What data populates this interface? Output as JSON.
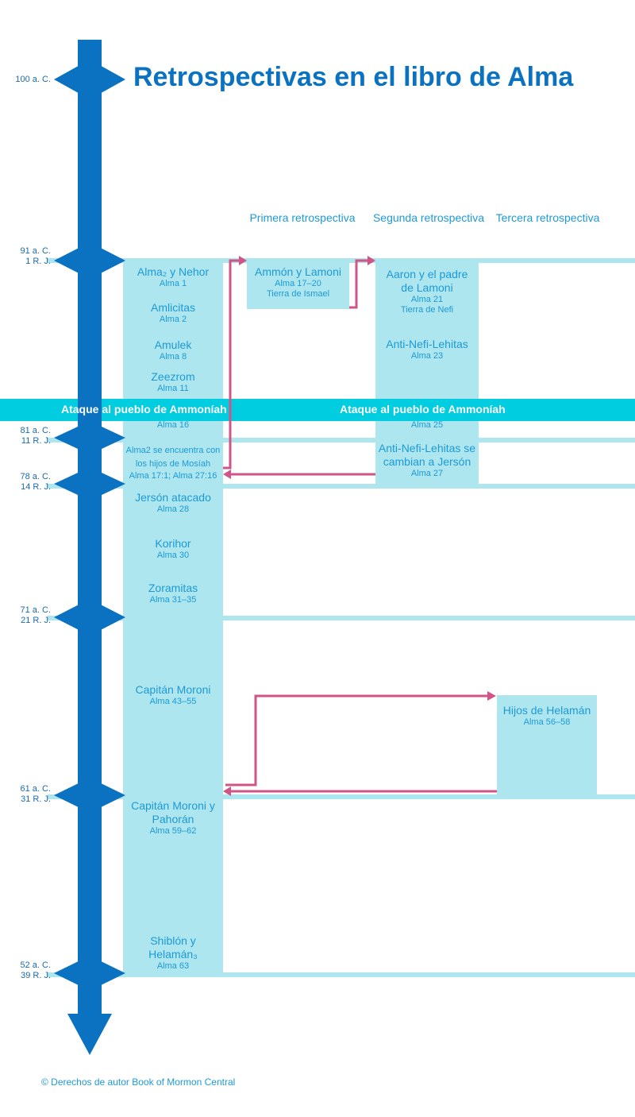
{
  "title": "Retrospectivas en el libro de Alma",
  "column_headings": [
    "Primera retrospectiva",
    "Segunda retrospectiva",
    "Tercera retrospectiva"
  ],
  "dates": [
    {
      "line1": "100 a. C.",
      "line2": ""
    },
    {
      "line1": "91 a. C.",
      "line2": "1 R. J."
    },
    {
      "line1": "81 a. C.",
      "line2": "11 R. J."
    },
    {
      "line1": "78 a. C.",
      "line2": "14 R. J."
    },
    {
      "line1": "71 a. C.",
      "line2": "21 R. J."
    },
    {
      "line1": "61 a. C.",
      "line2": "31 R. J."
    },
    {
      "line1": "52 a. C.",
      "line2": "39 R. J."
    }
  ],
  "main_column": [
    {
      "title": "Alma₂ y Nehor",
      "ref": "Alma 1"
    },
    {
      "title": "Amlicitas",
      "ref": "Alma 2"
    },
    {
      "title": "Amulek",
      "ref": "Alma 8"
    },
    {
      "title": "Zeezrom",
      "ref": "Alma 11"
    },
    {
      "title": "",
      "ref": "Alma 16"
    },
    {
      "title": "Alma2 se encuentra con los hijos de Mosíah",
      "ref": "Alma 17:1; Alma 27:16"
    },
    {
      "title": "Jersón atacado",
      "ref": "Alma 28"
    },
    {
      "title": "Korihor",
      "ref": "Alma 30"
    },
    {
      "title": "Zoramitas",
      "ref": "Alma 31–35"
    },
    {
      "title": "Capitán Moroni",
      "ref": "Alma 43–55"
    },
    {
      "title": "Capitán Moroni y Pahorán",
      "ref": "Alma 59–62"
    },
    {
      "title": "Shiblón y Helamán₃",
      "ref": "Alma 63"
    }
  ],
  "flashback1": {
    "title": "Ammón y Lamoni",
    "ref": "Alma 17–20",
    "place": "Tierra de Ismael"
  },
  "flashback2": [
    {
      "title": "Aaron y el padre de Lamoni",
      "ref": "Alma 21",
      "place": "Tierra de Nefi"
    },
    {
      "title": "Anti-Nefi-Lehitas",
      "ref": "Alma 23"
    },
    {
      "title": "",
      "ref": "Alma 25"
    },
    {
      "title": "Anti-Nefi-Lehitas se cambian a Jersón",
      "ref": "Alma 27"
    }
  ],
  "flashback3": {
    "title": "Hijos de Helamán",
    "ref": "Alma 56–58"
  },
  "band": {
    "left": "Ataque al pueblo de Ammoníah",
    "right": "Ataque al pueblo de Ammoníah"
  },
  "copyright": "© Derechos de autor Book of Mormon Central",
  "colors": {
    "timeline": "#0a72c0",
    "box": "#ade6ef",
    "line": "#ade6ef",
    "band": "#00cde0",
    "arrow": "#d05586",
    "text": "#1d9ad6"
  }
}
